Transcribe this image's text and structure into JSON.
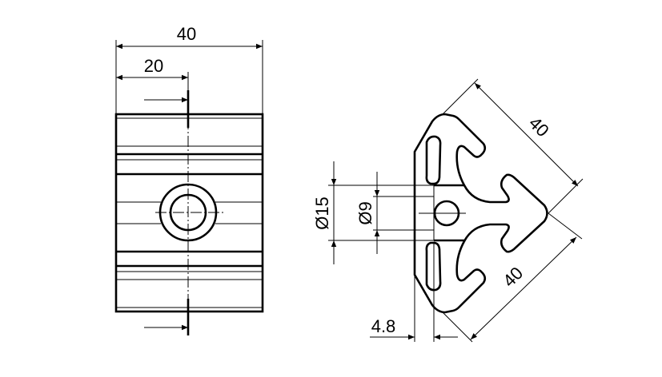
{
  "drawing": {
    "front_view": {
      "dimensions": {
        "overall_width": "40",
        "half_width": "20"
      }
    },
    "side_view": {
      "dimensions": {
        "counterbore_diameter": "Ø15",
        "hole_diameter": "Ø9",
        "wall_thickness": "4.8",
        "side_length_top": "40",
        "side_length_bottom": "40"
      }
    },
    "colors": {
      "line": "#000000",
      "background": "#ffffff"
    }
  }
}
